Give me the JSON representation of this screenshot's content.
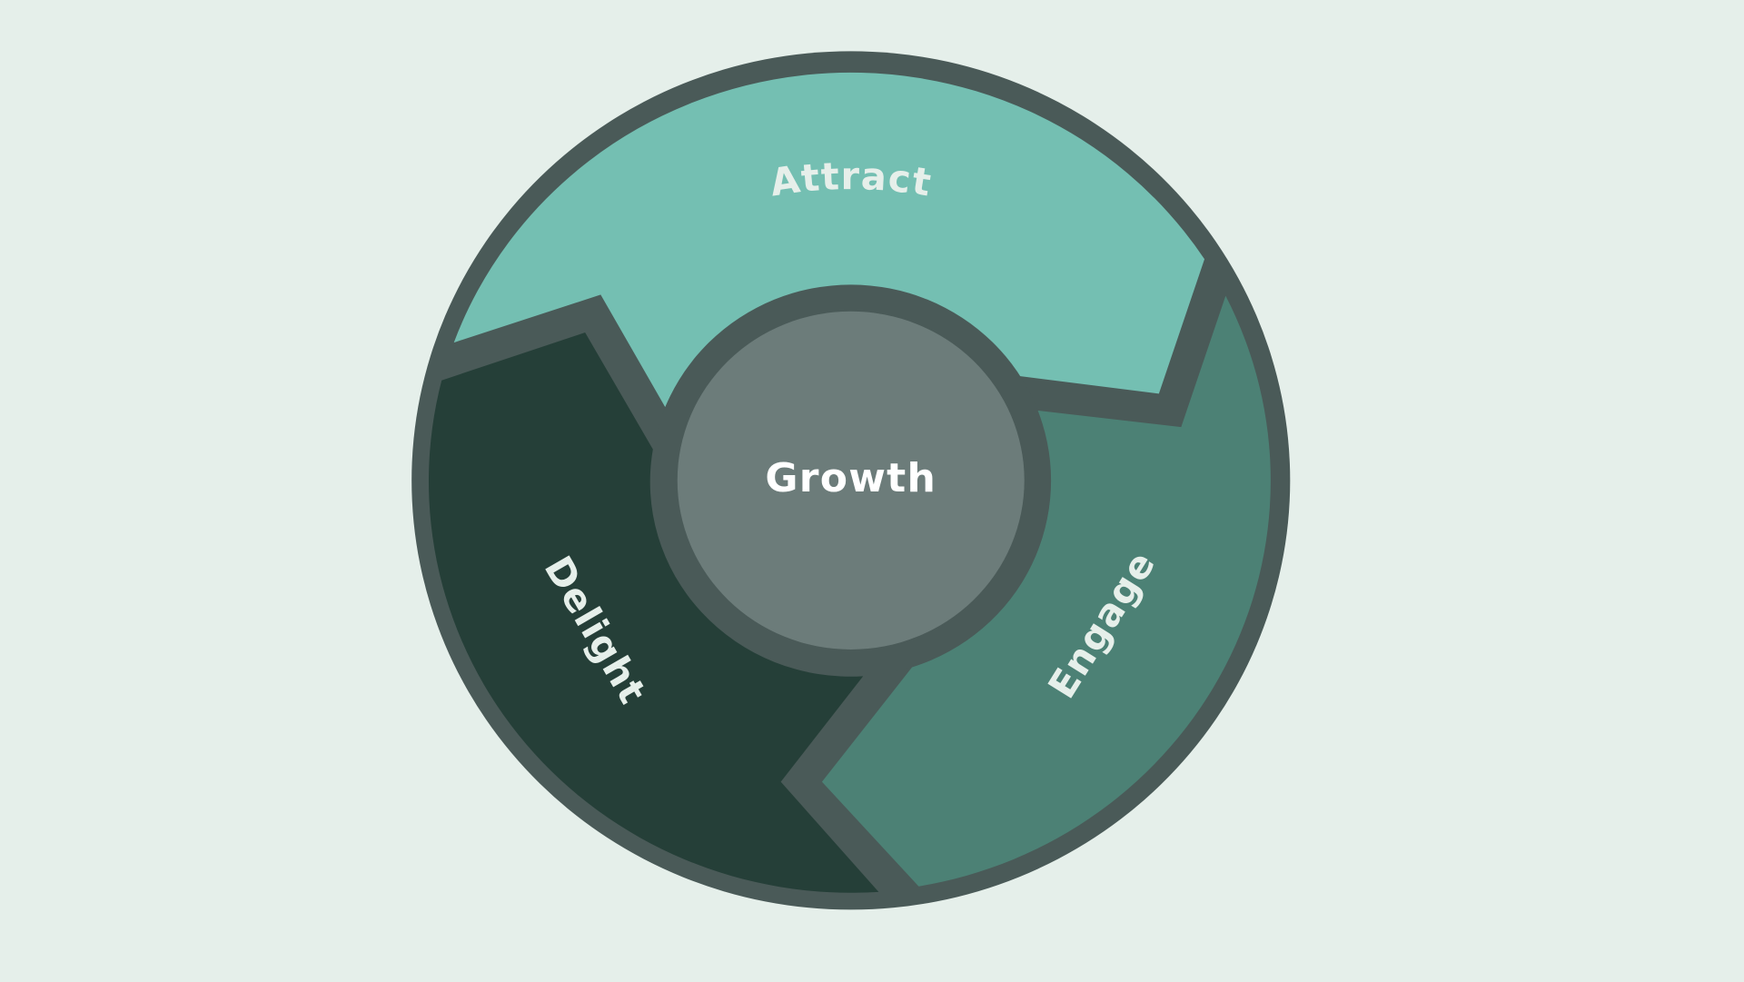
{
  "diagram": {
    "center": {
      "label": "Growth"
    },
    "segments": [
      {
        "label": "Attract",
        "color": "#74bfb2"
      },
      {
        "label": "Engage",
        "color": "#4c8175"
      },
      {
        "label": "Delight",
        "color": "#253f38"
      }
    ],
    "colors": {
      "background": "#e5efea",
      "outline": "#4a5a58",
      "center_fill": "#6c7c7a",
      "label_text": "#e6efea"
    }
  }
}
